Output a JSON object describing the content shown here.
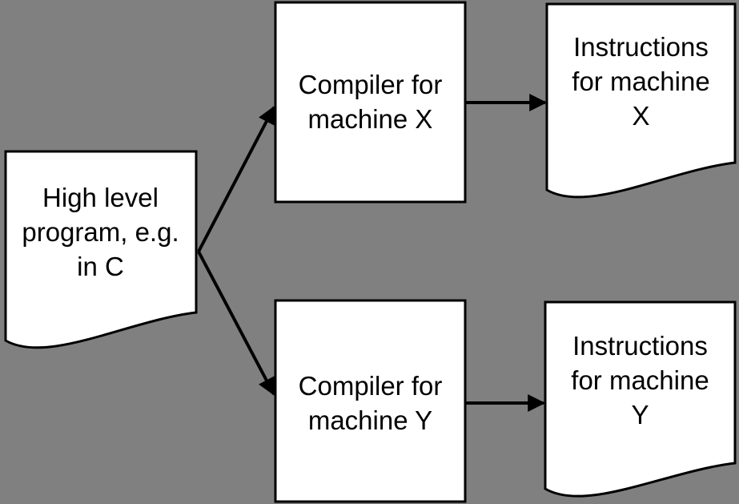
{
  "title": "Compilation for different machines diagram",
  "colors": {
    "background": "#808080",
    "shape_fill": "#ffffff",
    "line": "#000000",
    "text": "#000000"
  },
  "nodes": {
    "source": {
      "shape": "document",
      "label": [
        "High level",
        "program, e.g.",
        "in C"
      ]
    },
    "compiler_x": {
      "shape": "rectangle",
      "label": [
        "Compiler for",
        "machine X"
      ]
    },
    "compiler_y": {
      "shape": "rectangle",
      "label": [
        "Compiler for",
        "machine Y"
      ]
    },
    "output_x": {
      "shape": "document",
      "label": [
        "Instructions",
        "for machine",
        "X"
      ]
    },
    "output_y": {
      "shape": "document",
      "label": [
        "Instructions",
        "for machine",
        "Y"
      ]
    }
  },
  "edges": [
    {
      "from": "source",
      "to": "compiler_x"
    },
    {
      "from": "source",
      "to": "compiler_y"
    },
    {
      "from": "compiler_x",
      "to": "output_x"
    },
    {
      "from": "compiler_y",
      "to": "output_y"
    }
  ]
}
